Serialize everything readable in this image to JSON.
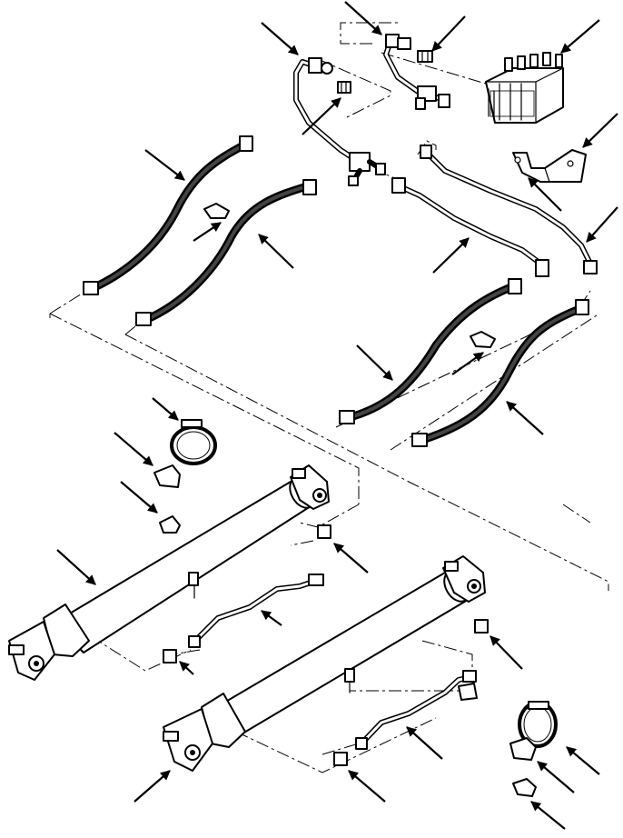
{
  "diagram": {
    "callout_count": 27,
    "parts": [
      "control-valve",
      "mounting-bracket",
      "hydraulic-tube-upper",
      "hydraulic-tube-right",
      "hydraulic-hose",
      "lift-cylinder",
      "cylinder-tube",
      "clamp",
      "hose-clamp",
      "fitting"
    ]
  }
}
